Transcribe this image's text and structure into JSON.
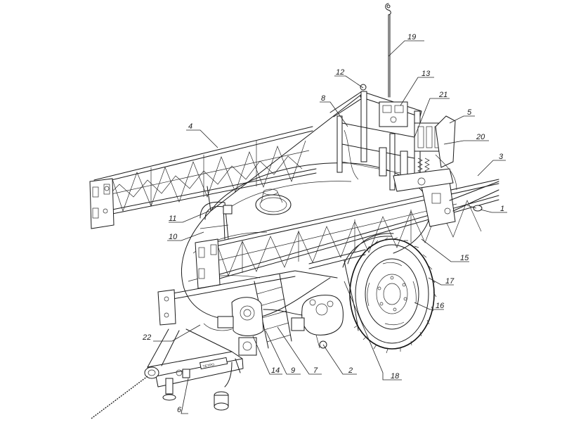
{
  "callouts": [
    {
      "id": "c1",
      "label": "1"
    },
    {
      "id": "c2",
      "label": "2"
    },
    {
      "id": "c3",
      "label": "3"
    },
    {
      "id": "c4",
      "label": "4"
    },
    {
      "id": "c5",
      "label": "5"
    },
    {
      "id": "c6",
      "label": "6"
    },
    {
      "id": "c7",
      "label": "7"
    },
    {
      "id": "c8",
      "label": "8"
    },
    {
      "id": "c9",
      "label": "9"
    },
    {
      "id": "c10",
      "label": "10"
    },
    {
      "id": "c11",
      "label": "11"
    },
    {
      "id": "c12",
      "label": "12"
    },
    {
      "id": "c13",
      "label": "13"
    },
    {
      "id": "c14",
      "label": "14"
    },
    {
      "id": "c15",
      "label": "15"
    },
    {
      "id": "c16",
      "label": "16"
    },
    {
      "id": "c17",
      "label": "17"
    },
    {
      "id": "c18",
      "label": "18"
    },
    {
      "id": "c19",
      "label": "19"
    },
    {
      "id": "c20",
      "label": "20"
    },
    {
      "id": "c21",
      "label": "21"
    },
    {
      "id": "c22",
      "label": "22"
    }
  ],
  "drawbar_plate_text": "ТЕТРО"
}
